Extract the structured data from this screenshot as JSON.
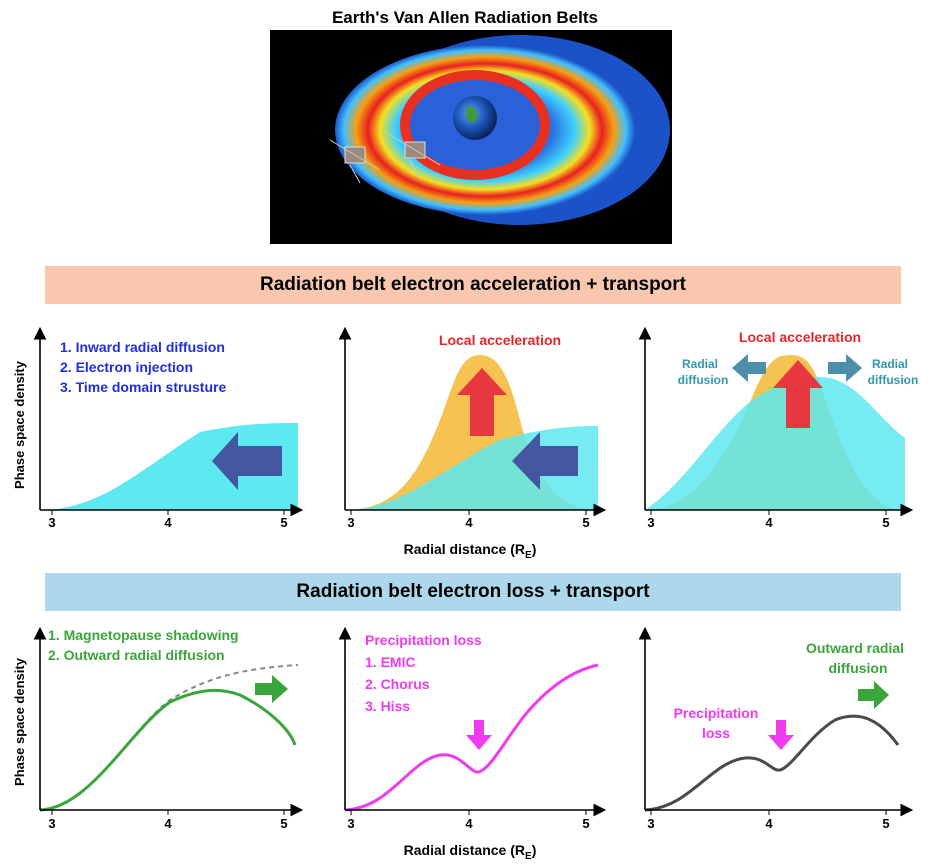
{
  "header": {
    "title": "Earth's Van Allen Radiation Belts"
  },
  "banners": {
    "acceleration": "Radiation belt electron acceleration + transport",
    "loss": "Radiation belt electron loss + transport"
  },
  "axes": {
    "ylabel": "Phase space density",
    "xlabel_main": "Radial distance (R",
    "xlabel_sub": "E",
    "xlabel_close": ")",
    "ticks": [
      "3",
      "4",
      "5"
    ]
  },
  "panels": {
    "a1": {
      "lines": [
        "1. Inward radial diffusion",
        "2. Electron injection",
        "3. Time domain strusture"
      ]
    },
    "a2": {
      "label": "Local acceleration"
    },
    "a3": {
      "label": "Local acceleration",
      "left_l1": "Radial",
      "left_l2": "diffusion",
      "right_l1": "Radial",
      "right_l2": "diffusion"
    },
    "l1": {
      "lines": [
        "1. Magnetopause shadowing",
        "2. Outward radial diffusion"
      ]
    },
    "l2": {
      "lines": [
        "Precipitation loss",
        "1. EMIC",
        "2. Chorus",
        "3. Hiss"
      ]
    },
    "l3": {
      "outward_l1": "Outward radial",
      "outward_l2": "diffusion",
      "precip_l1": "Precipitation",
      "precip_l2": "loss"
    }
  },
  "colors": {
    "cyan": "#5ee8ef",
    "orange": "#f6c252",
    "teal_overlap": "#70d6b8",
    "blue_arrow": "#4456a0",
    "red": "#e8383f",
    "teal_arrow": "#4b8fa8",
    "blue_text": "#1f2ee0",
    "red_text": "#e8242a",
    "teal_text": "#2f98b0",
    "green": "#3aa53a",
    "magenta": "#f03af0",
    "gray": "#4a4a4a"
  }
}
